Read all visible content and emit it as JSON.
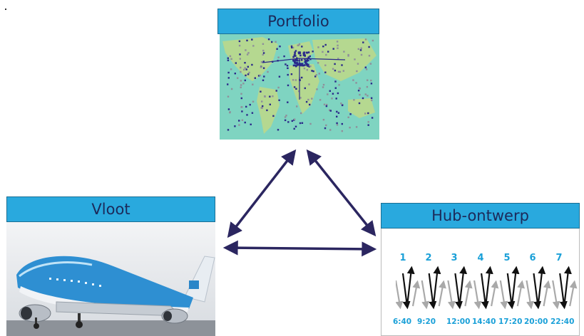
{
  "portfolio": {
    "title": "Portfolio"
  },
  "vloot": {
    "title": "Vloot"
  },
  "hub": {
    "title": "Hub-ontwerp",
    "waves": [
      "1",
      "2",
      "3",
      "4",
      "5",
      "6",
      "7"
    ],
    "times": [
      "6:40",
      "9:20",
      "12:00",
      "14:40",
      "17:20",
      "20:00",
      "22:40"
    ]
  },
  "colors": {
    "title_bar": "#29a9de",
    "arrow": "#2b2660",
    "hub_text": "#1aa0d8",
    "map_ocean": "#7fd4c1",
    "map_land": "#b5d890",
    "map_routes": "#2b2a8a"
  }
}
